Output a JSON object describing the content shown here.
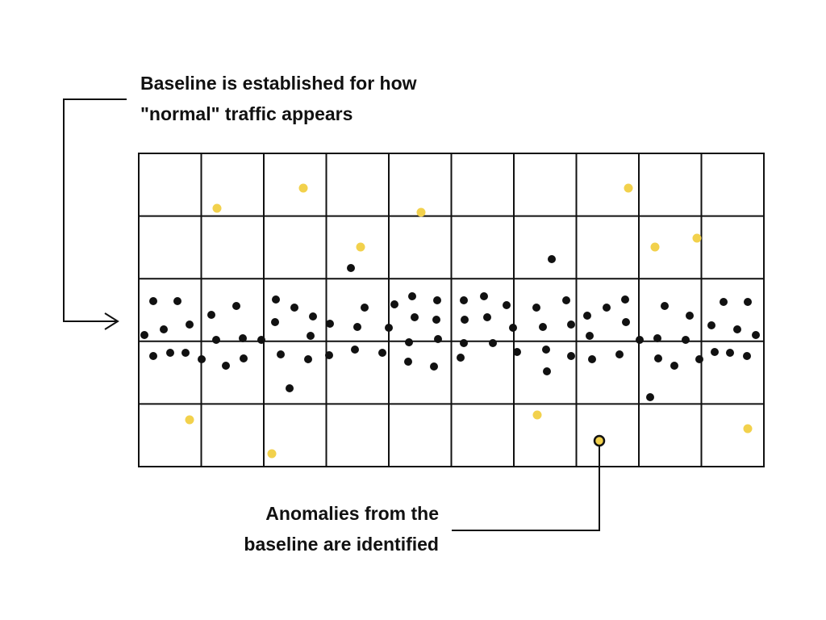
{
  "baseline_caption": {
    "line1": "Baseline is established for how",
    "line2": "\"normal\" traffic appears"
  },
  "anomaly_caption": {
    "line1": "Anomalies from the",
    "line2": "baseline are identified"
  },
  "colors": {
    "normal_point": "#111111",
    "anomaly_point": "#f2d14c",
    "grid_line": "#111111",
    "connector": "#111111"
  }
}
